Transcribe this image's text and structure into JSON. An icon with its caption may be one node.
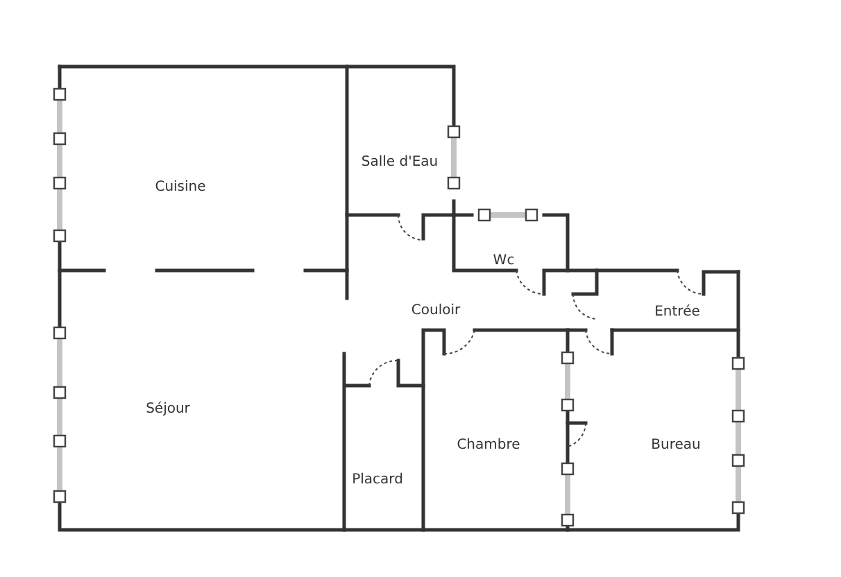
{
  "diagram": {
    "labels": [
      "Cuisine",
      "Salle d'Eau",
      "Wc",
      "Couloir",
      "Entrée",
      "Séjour",
      "Chambre",
      "Bureau",
      "Placard"
    ]
  }
}
